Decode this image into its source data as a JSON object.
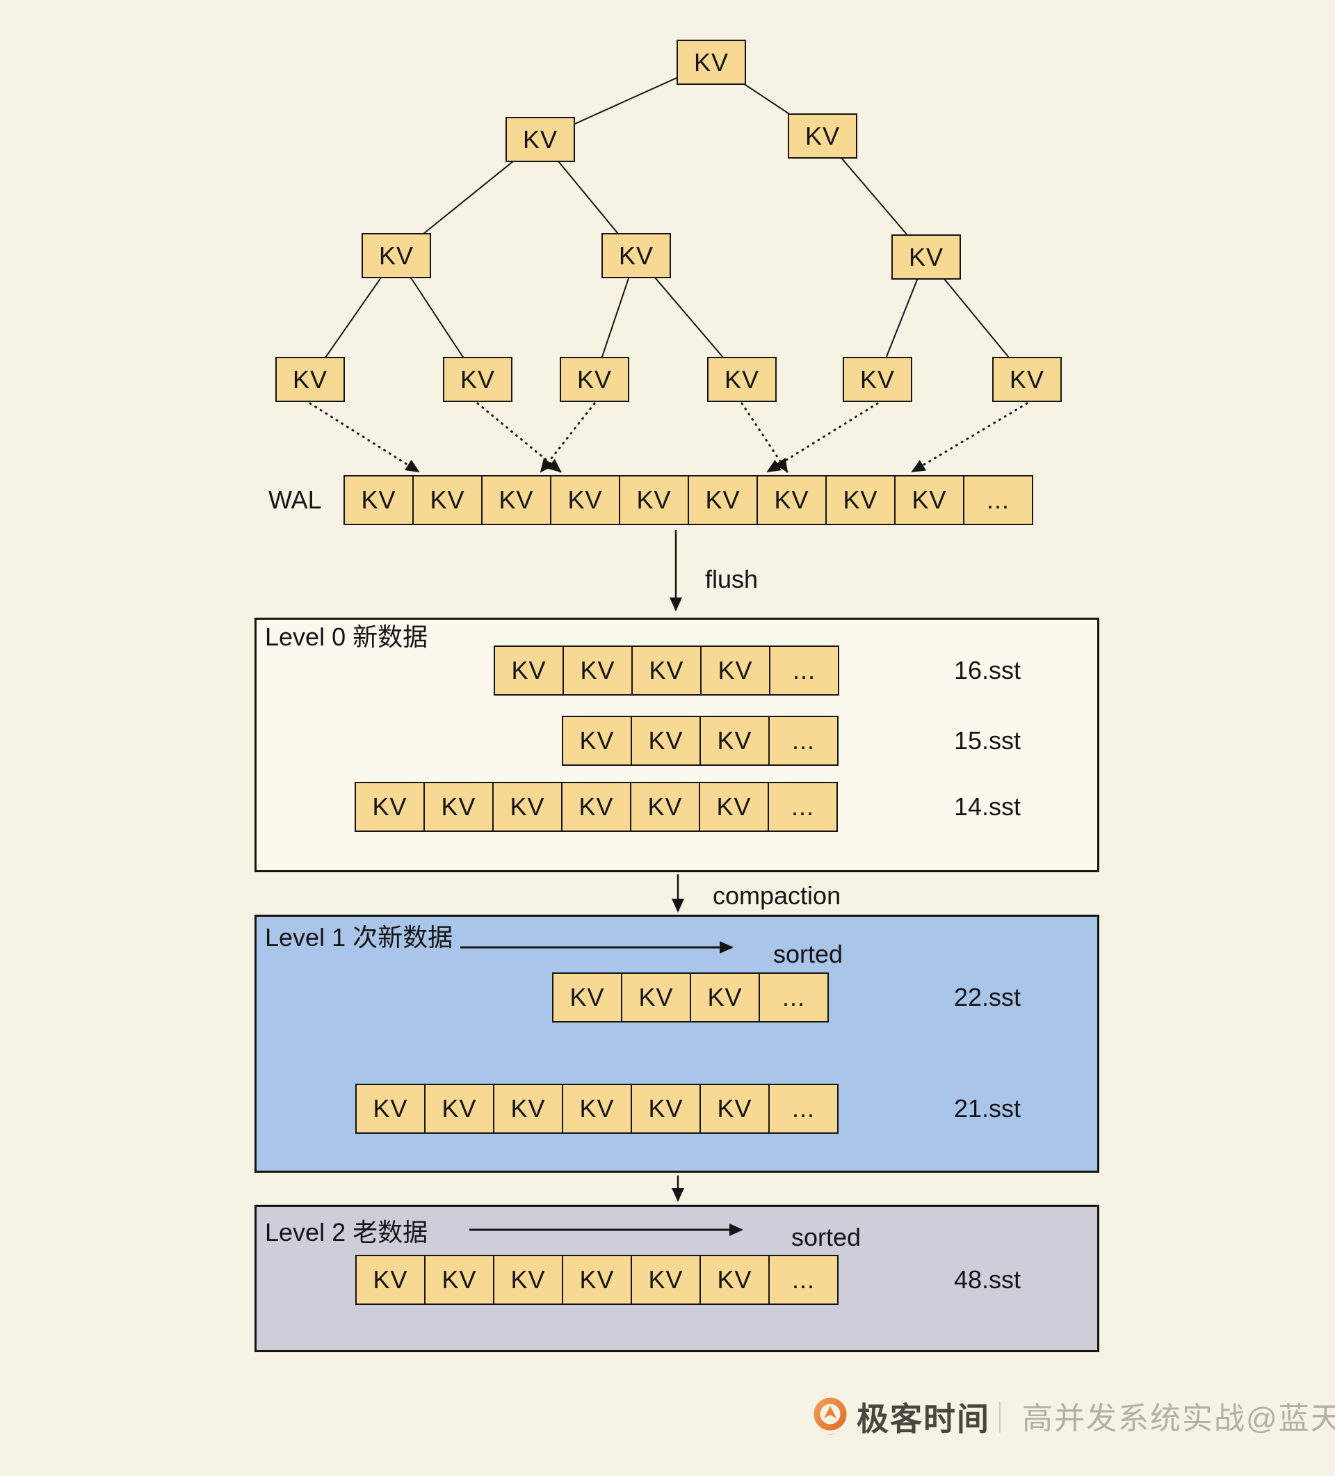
{
  "colors": {
    "background": "#f6f3e4",
    "panel_level0": "#fbf9ee",
    "panel_level1": "#a9c5e9",
    "panel_level2": "#cfcdda",
    "cell_fill": "#f7d993",
    "line": "#151515",
    "brand_orange": "#e8823f",
    "brand_text": "#4a463f",
    "muted_text": "#b3afa6"
  },
  "tree": {
    "node_label": "KV",
    "level_node_counts": [
      1,
      2,
      3,
      6
    ]
  },
  "wal": {
    "label": "WAL",
    "cells": [
      "KV",
      "KV",
      "KV",
      "KV",
      "KV",
      "KV",
      "KV",
      "KV",
      "KV",
      "..."
    ]
  },
  "flow_arrows": {
    "flush": "flush",
    "compaction": "compaction"
  },
  "levels": [
    {
      "title": "Level 0 新数据",
      "sorted_label": "",
      "rows": [
        {
          "cells": [
            "KV",
            "KV",
            "KV",
            "KV",
            "..."
          ],
          "sst": "16.sst"
        },
        {
          "cells": [
            "KV",
            "KV",
            "KV",
            "..."
          ],
          "sst": "15.sst"
        },
        {
          "cells": [
            "KV",
            "KV",
            "KV",
            "KV",
            "KV",
            "KV",
            "..."
          ],
          "sst": "14.sst"
        }
      ]
    },
    {
      "title": "Level 1 次新数据",
      "sorted_label": "sorted",
      "rows": [
        {
          "cells": [
            "KV",
            "KV",
            "KV",
            "..."
          ],
          "sst": "22.sst"
        },
        {
          "cells": [
            "KV",
            "KV",
            "KV",
            "KV",
            "KV",
            "KV",
            "..."
          ],
          "sst": "21.sst"
        }
      ]
    },
    {
      "title": "Level 2 老数据",
      "sorted_label": "sorted",
      "rows": [
        {
          "cells": [
            "KV",
            "KV",
            "KV",
            "KV",
            "KV",
            "KV",
            "..."
          ],
          "sst": "48.sst"
        }
      ]
    }
  ],
  "footer": {
    "brand": "极客时间",
    "divider": "｜",
    "credit": "高并发系统实战@蓝天"
  }
}
